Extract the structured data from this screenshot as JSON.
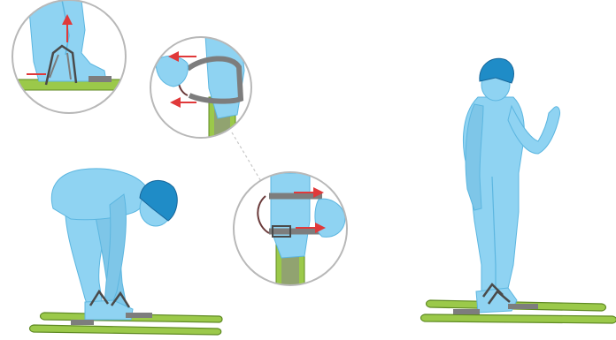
{
  "illustration": {
    "steps": [
      {
        "id": "bent-over-skier",
        "description_text": ""
      },
      {
        "id": "standing-skier",
        "description_text": ""
      }
    ],
    "insets": [
      {
        "id": "inset-strap-pull-up"
      },
      {
        "id": "inset-strap-pull-back"
      },
      {
        "id": "inset-strap-buckle"
      }
    ],
    "colors": {
      "skin": "#8fd3f2",
      "skin_dark": "#5cb6e0",
      "outline": "#2a7fb0",
      "helmet": "#1f8cc7",
      "ski": "#9bc94a",
      "ski_edge": "#5f8a23",
      "strap": "#7d7d7d",
      "strap_dark": "#4a4a4a",
      "arrow": "#e0393a",
      "inset_border": "#b8b8b8"
    }
  }
}
